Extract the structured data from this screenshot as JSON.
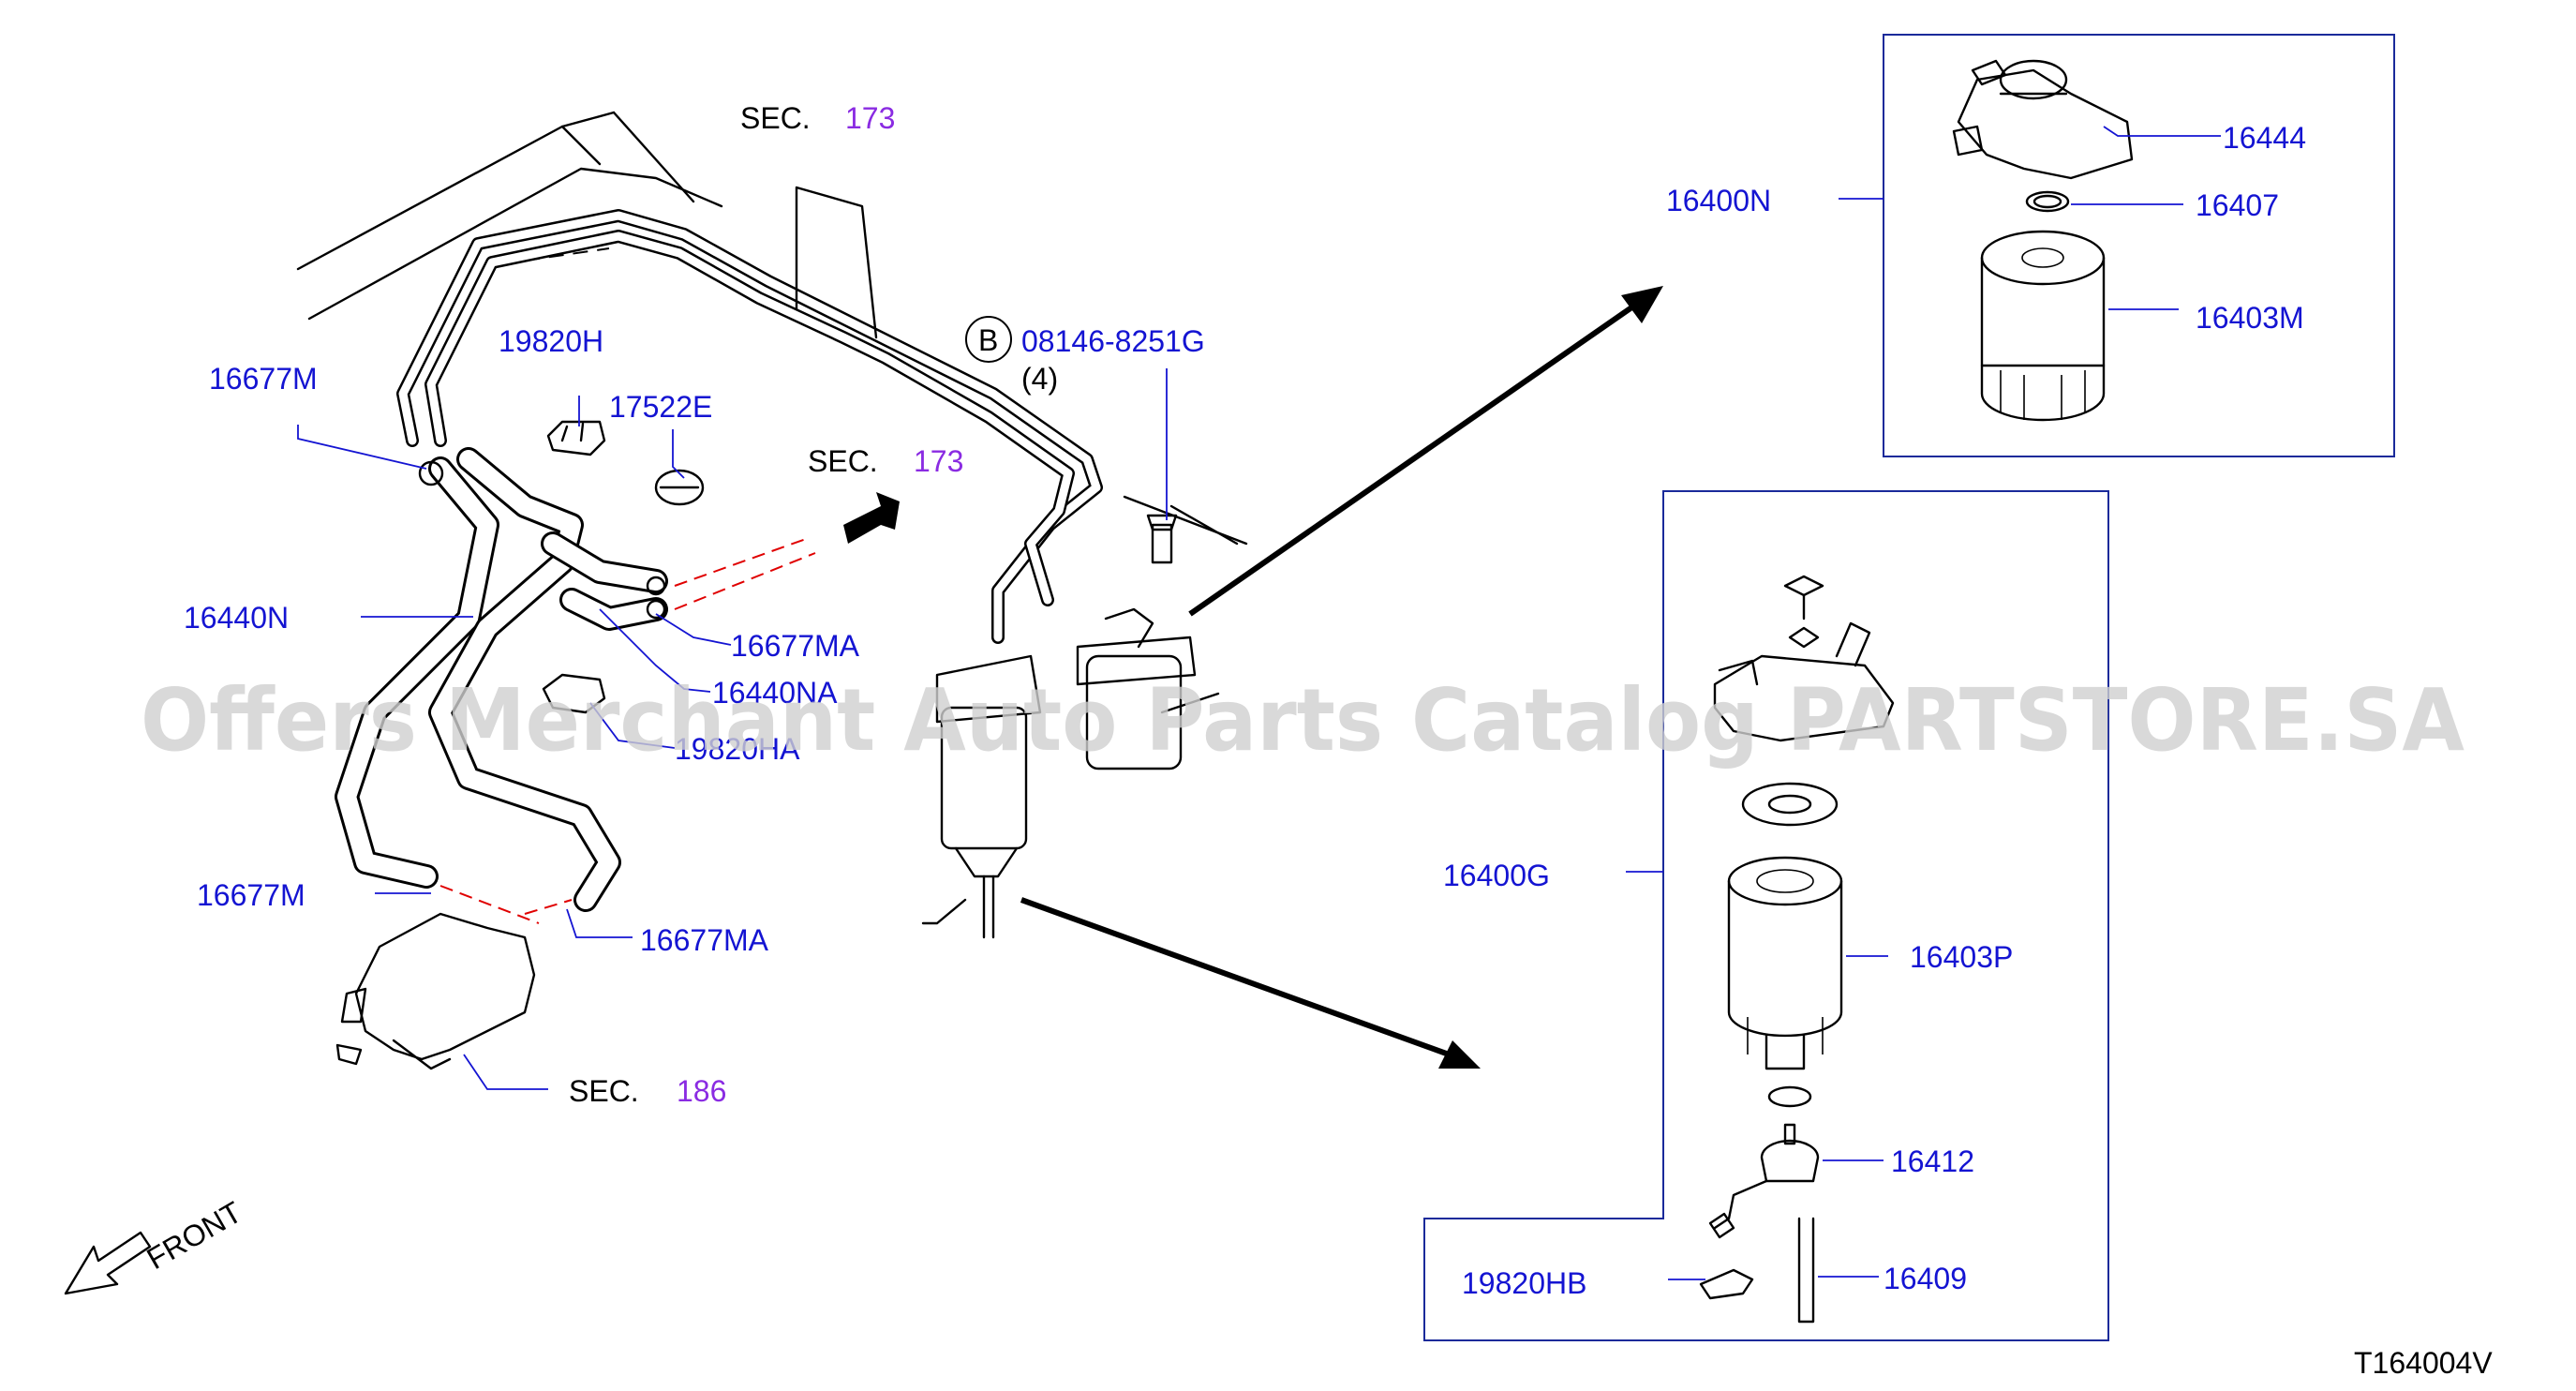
{
  "labels": {
    "p16677M_top": "16677M",
    "p19820H": "19820H",
    "p17522E": "17522E",
    "p16440N": "16440N",
    "p16677MA_mid": "16677MA",
    "p16440NA": "16440NA",
    "p19820HA": "19820HA",
    "p16677M_bot": "16677M",
    "p16677MA_bot": "16677MA",
    "bolt": "08146-8251G",
    "bolt_qty": "(4)",
    "bolt_marker": "B",
    "p16400N": "16400N",
    "p16444": "16444",
    "p16407": "16407",
    "p16403M": "16403M",
    "p16400G": "16400G",
    "p16403P": "16403P",
    "p16412": "16412",
    "p19820HB": "19820HB",
    "p16409": "16409"
  },
  "sections": {
    "sec_word": "SEC.",
    "top": "173",
    "mid": "173",
    "bottom": "186"
  },
  "front": "FRONT",
  "diagram_code": "T164004V",
  "watermark": "Offers Merchant Auto Parts Catalog PARTSTORE.SA",
  "colors": {
    "part_number": "#1414d2",
    "section_number": "#8a2be2",
    "frame": "#1a2a9a",
    "watermark": "#cfcfcf"
  }
}
